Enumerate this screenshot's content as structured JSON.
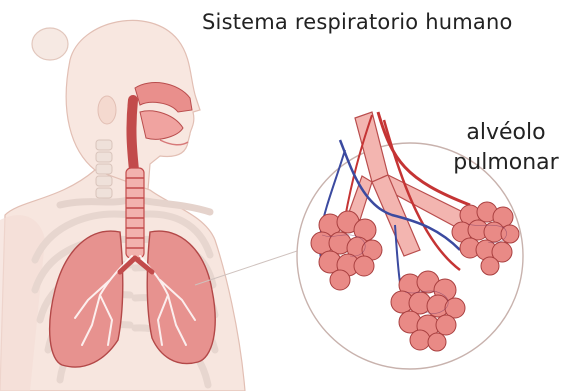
{
  "title": "Sistema respiratorio humano",
  "callout": {
    "line1": "alvéolo",
    "line2": "pulmonar"
  },
  "colors": {
    "skin": "#f6e4dc",
    "skin_outline": "#e2bfb4",
    "lung": "#e48a8a",
    "lung_dark": "#b34848",
    "airway": "#c24b4b",
    "vein": "#3b4aa0",
    "artery": "#c53434",
    "alveolus": "#e98a86",
    "circle_outline": "#c8b2ad",
    "bone": "#ede2dc"
  }
}
